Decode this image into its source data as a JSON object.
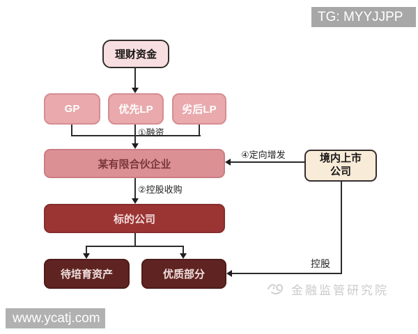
{
  "overlays": {
    "tg_badge": "TG: MYYJJPP",
    "site_badge": "www.ycatj.com",
    "watermark_text": "金融监管研究院"
  },
  "nodes": {
    "wealth": {
      "label": "理财资金"
    },
    "gp": {
      "label": "GP"
    },
    "senior_lp": {
      "label": "优先LP"
    },
    "junior_lp": {
      "label": "劣后LP"
    },
    "partnership": {
      "label": "某有限合伙企业"
    },
    "target": {
      "label": "标的公司"
    },
    "incubating": {
      "label": "待培育资产"
    },
    "quality": {
      "label": "优质部分"
    },
    "listed": {
      "line1": "境内上市",
      "line2": "公司"
    }
  },
  "edges": {
    "financing": "①融资",
    "acquisition": "②控股收购",
    "placement": "④定向增发",
    "holding": "控股"
  },
  "colors": {
    "wealth_fill": "#f7dee0",
    "lp_fill": "#e9a9ad",
    "partnership_fill": "#db9094",
    "target_fill": "#9a3533",
    "bottom_fill": "#5f2421",
    "listed_fill": "#f8ecd9",
    "badge_gray": "#a7a7a7",
    "watermark_gray": "#cbcbcb",
    "line_color": "#2b2b2b"
  }
}
